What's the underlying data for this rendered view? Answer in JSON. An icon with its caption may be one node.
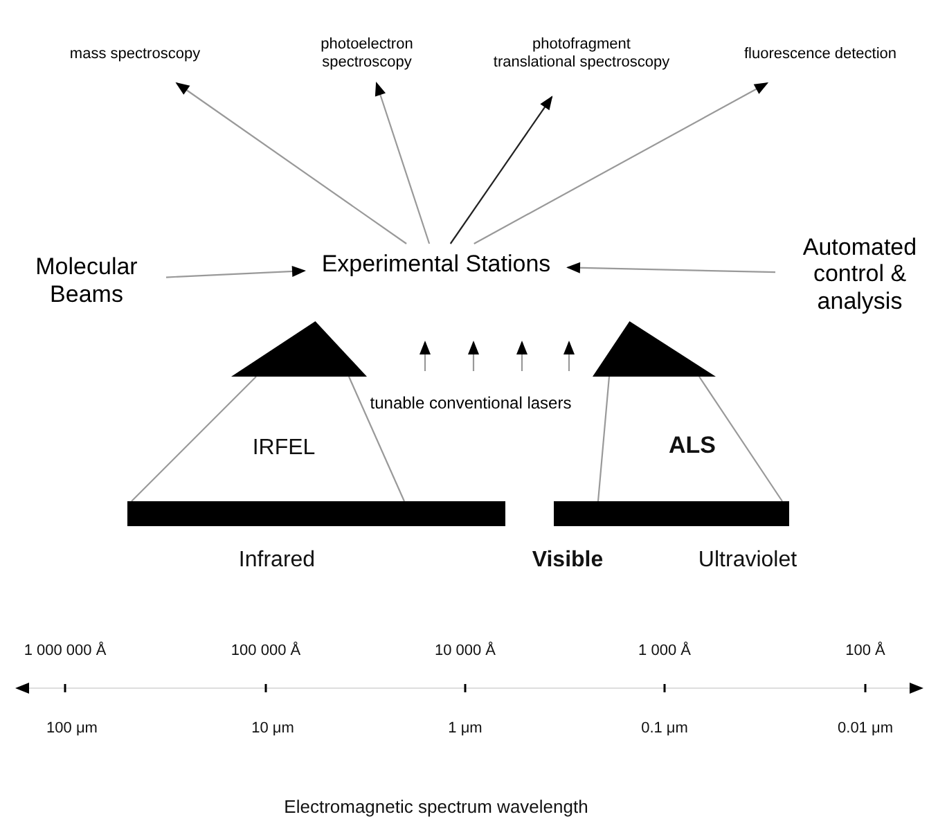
{
  "diagram": {
    "caption": "Electromagnetic spectrum wavelength",
    "nodes": [
      {
        "text": [
          "mass spectroscopy"
        ]
      },
      {
        "text": [
          "photoelectron spectroscopy"
        ]
      },
      {
        "text": [
          "photofragment translational spectroscopy"
        ]
      },
      {
        "text": [
          "fluorescence detection"
        ]
      },
      {
        "text": [
          "Molecular Beams"
        ]
      },
      {
        "text": [
          "Experimental Stations"
        ]
      },
      {
        "text": [
          "Automated control & analysis"
        ]
      },
      {
        "text": [
          "tunable conventional lasers"
        ]
      },
      {
        "text": [],
        "shape": "triangle"
      },
      {
        "text": [],
        "shape": "triangle"
      },
      {
        "text": [],
        "shape": "bar"
      },
      {
        "text": [],
        "shape": "bar"
      }
    ],
    "edges": [
      {
        "from": 5,
        "to": 0,
        "arrow": "to"
      },
      {
        "from": 5,
        "to": 1,
        "arrow": "to"
      },
      {
        "from": 5,
        "to": 2,
        "arrow": "to",
        "color": "#222222"
      },
      {
        "from": 5,
        "to": 3,
        "arrow": "to"
      },
      {
        "from": 4,
        "to": 5,
        "arrow": "to"
      },
      {
        "from": 6,
        "to": 5,
        "arrow": "to"
      },
      {
        "from": 7,
        "to": null,
        "arrow": "to"
      },
      {
        "from": 7,
        "to": null,
        "arrow": "to"
      },
      {
        "from": 7,
        "to": null,
        "arrow": "to"
      },
      {
        "from": 7,
        "to": null,
        "arrow": "to"
      },
      {
        "from": 8,
        "to": 10,
        "arrow": "none"
      },
      {
        "from": 8,
        "to": 10,
        "arrow": "none"
      },
      {
        "from": 9,
        "to": 11,
        "arrow": "none"
      },
      {
        "from": 9,
        "to": 11,
        "arrow": "none"
      }
    ],
    "labels": [
      "IRFEL",
      "ALS",
      "Infrared",
      "Visible",
      "Ultraviolet",
      "1 000 000 Å",
      "100 000 Å",
      "10 000 Å",
      "1 000 Å",
      "100 Å",
      "100 μm",
      "10 μm",
      "1 μm",
      "0.1 μm",
      "0.01 μm"
    ]
  }
}
